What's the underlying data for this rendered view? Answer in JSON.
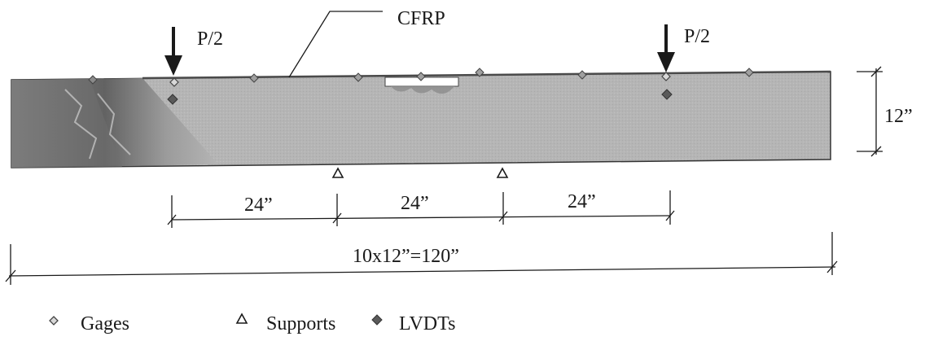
{
  "labels": {
    "cfrp": "CFRP",
    "load_left": "P/2",
    "load_right": "P/2",
    "depth": "12”",
    "span_1": "24”",
    "span_2": "24”",
    "span_3": "24”",
    "total_length": "10x12”=120”"
  },
  "legend": {
    "gages": "Gages",
    "supports": "Supports",
    "lvdts": "LVDTs"
  },
  "colors": {
    "beam": "#b3b3b3",
    "beam_dark": "#7a7a7a",
    "gage_marker": "#9a9a9a",
    "lvdt_marker": "#6a6a6a",
    "cfrp_patch": "#ffffff",
    "ink": "#1a1a1a"
  }
}
